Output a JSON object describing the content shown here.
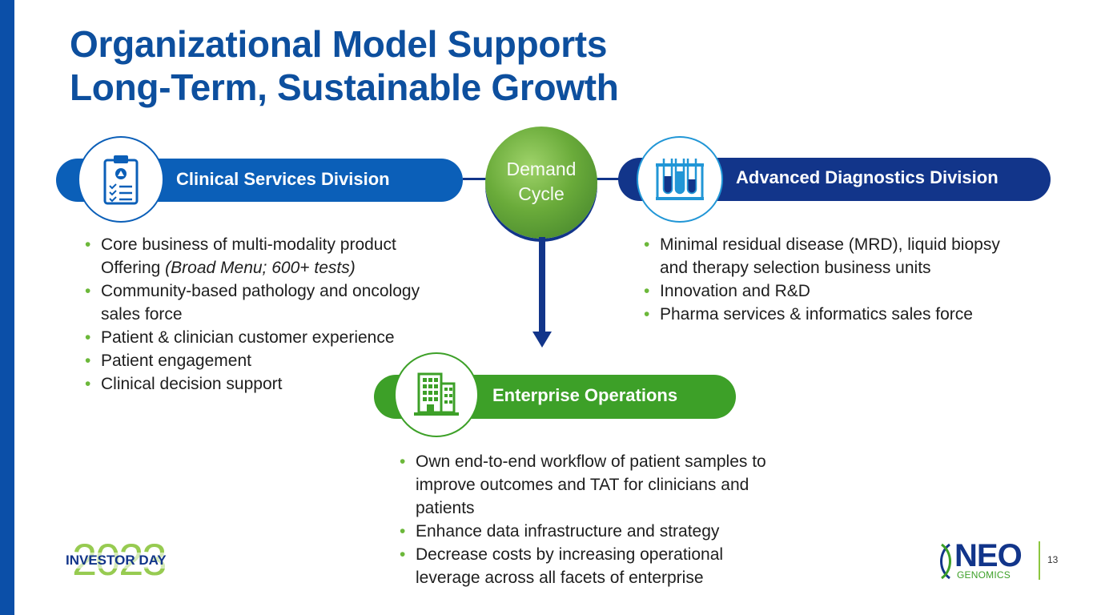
{
  "title": {
    "line1": "Organizational Model Supports",
    "line2": "Long-Term, Sustainable Growth"
  },
  "demand_cycle": {
    "line1": "Demand",
    "line2": "Cycle"
  },
  "divisions": {
    "clinical": {
      "label": "Clinical Services Division",
      "icon": "clipboard-checklist-icon",
      "bullets": [
        {
          "text": "Core business of multi-modality product Offering ",
          "emphasis": "(Broad Menu; 600+ tests)"
        },
        {
          "text": "Community-based pathology and oncology sales force",
          "emphasis": ""
        },
        {
          "text": "Patient & clinician customer experience",
          "emphasis": ""
        },
        {
          "text": "Patient engagement",
          "emphasis": ""
        },
        {
          "text": "Clinical decision support",
          "emphasis": ""
        }
      ]
    },
    "advanced": {
      "label": "Advanced Diagnostics Division",
      "icon": "test-tubes-icon",
      "bullets": [
        {
          "text": "Minimal residual disease (MRD), liquid biopsy and therapy selection business units"
        },
        {
          "text": "Innovation and R&D"
        },
        {
          "text": "Pharma services & informatics sales force"
        }
      ]
    },
    "enterprise": {
      "label": "Enterprise Operations",
      "icon": "office-building-icon",
      "bullets": [
        {
          "text": "Own end-to-end workflow of patient samples to improve outcomes and TAT for clinicians and patients"
        },
        {
          "text": "Enhance data infrastructure and strategy"
        },
        {
          "text": "Decrease costs by increasing operational leverage across all facets of enterprise"
        }
      ]
    }
  },
  "footer": {
    "event_year": "2023",
    "event_label": "INVESTOR DAY",
    "brand_name": "NEO",
    "brand_sub": "GENOMICS",
    "page_number": "13"
  },
  "colors": {
    "title_blue": "#0d4f9e",
    "clinical_blue": "#0b5fb8",
    "navy": "#12358a",
    "green": "#3da028",
    "bullet_green": "#6cb83a"
  }
}
